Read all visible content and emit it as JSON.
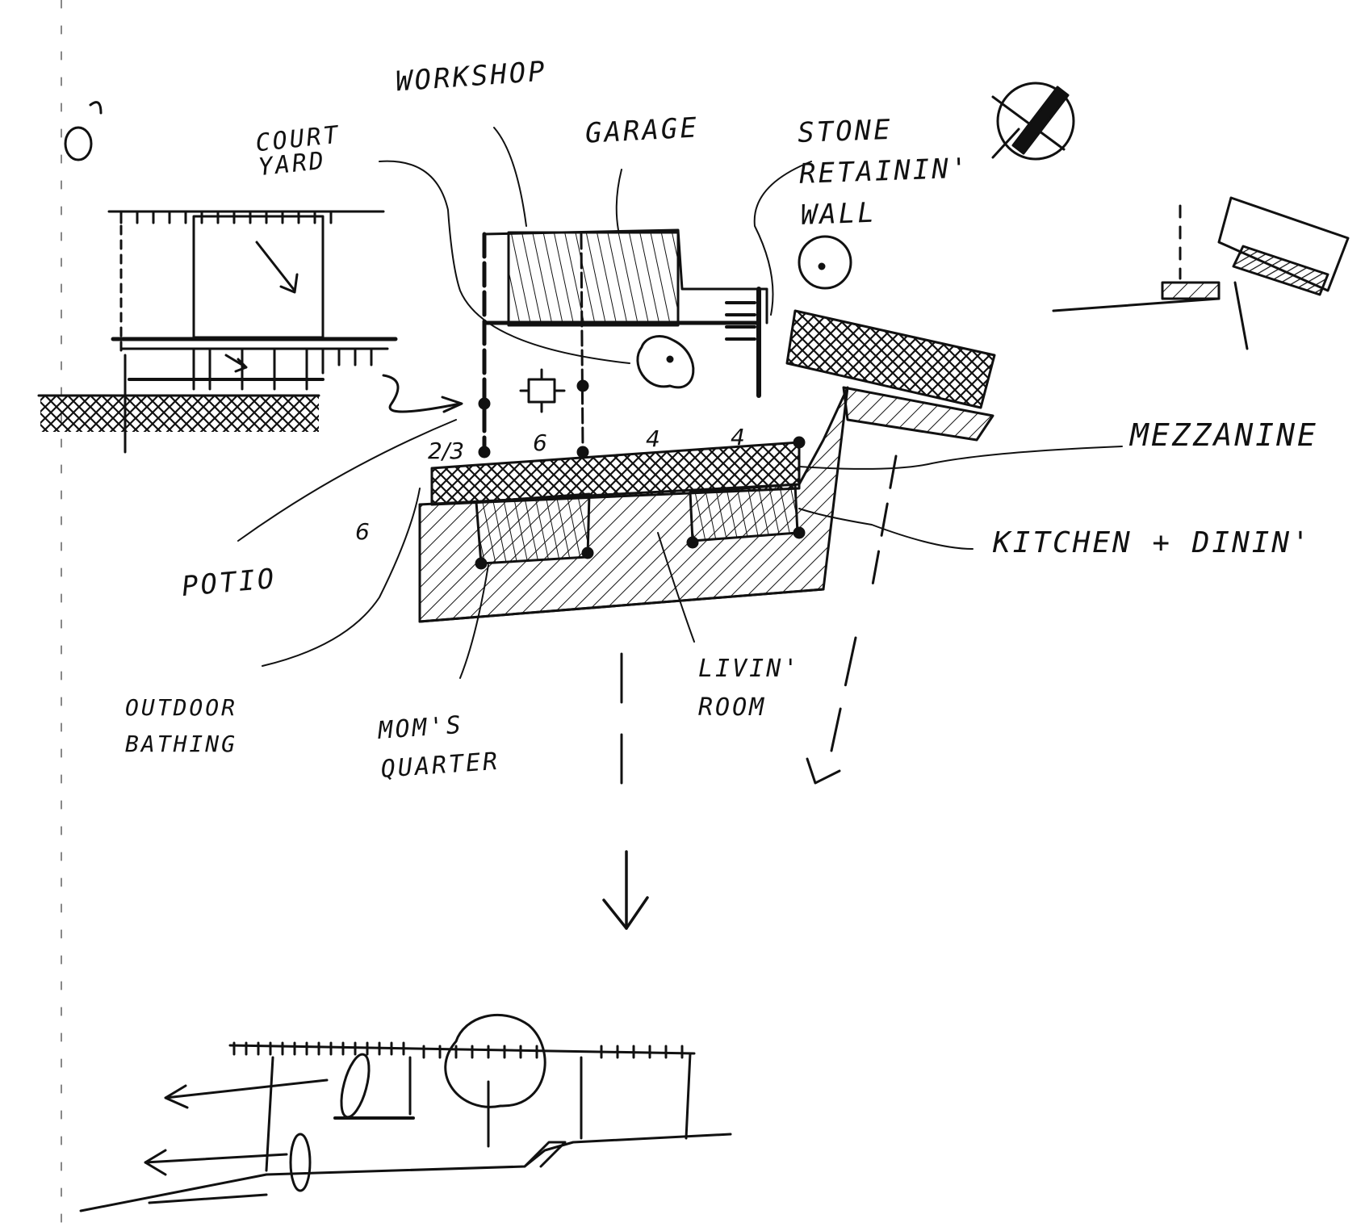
{
  "labels": {
    "workshop": "WORKSHOP",
    "garage": "GARAGE",
    "courtyard": "COURT YARD",
    "stone_retaining_wall": "STONE RETAININ' WALL",
    "mezzanine": "MEZZANINE",
    "kitchen_dining": "KITCHEN + DININ'",
    "patio": "POTIO",
    "outdoor_bathing": "OUTDOOR BATHING",
    "moms_quarter": "MOM'S QUARTER",
    "living_room": "LIVIN' ROOM"
  },
  "numbers": {
    "n_2_3": "2/3",
    "n_6_top": "6",
    "n_4_a": "4",
    "n_4_b": "4",
    "n_6_left": "6"
  },
  "colors": {
    "ink": "#111111",
    "paper": "#ffffff"
  }
}
